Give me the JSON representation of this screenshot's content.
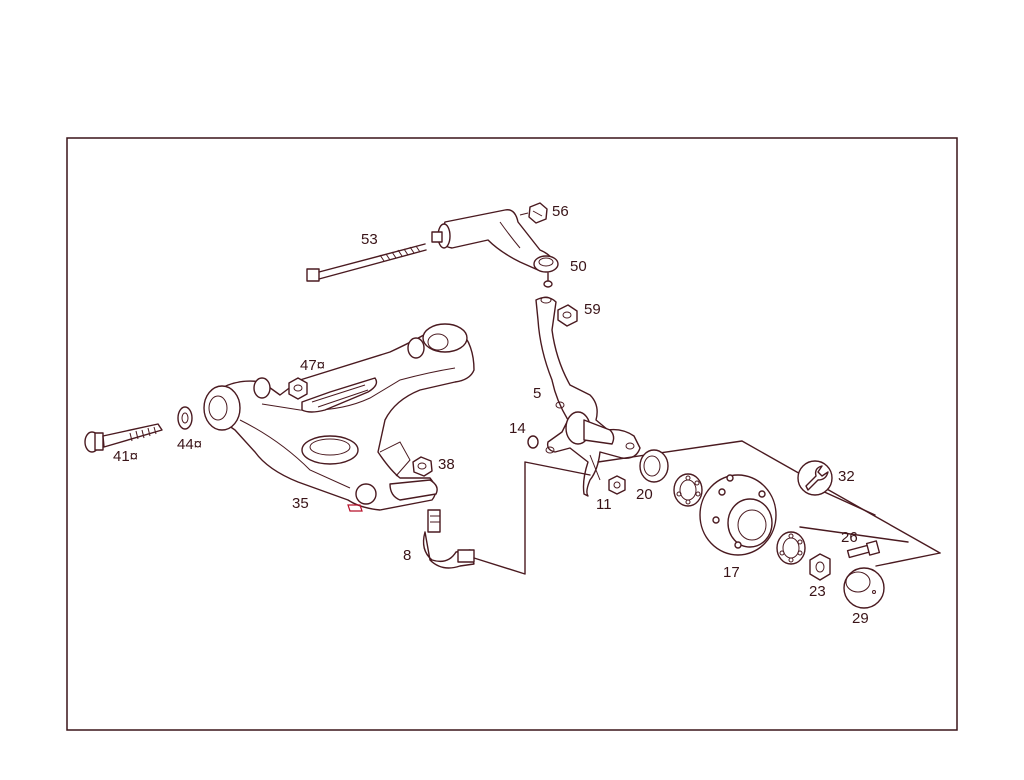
{
  "callouts": [
    {
      "id": "c53",
      "text": "53"
    },
    {
      "id": "c56",
      "text": "56"
    },
    {
      "id": "c50",
      "text": "50"
    },
    {
      "id": "c59",
      "text": "59"
    },
    {
      "id": "c47",
      "text": "47¤"
    },
    {
      "id": "c5",
      "text": "5"
    },
    {
      "id": "c14",
      "text": "14"
    },
    {
      "id": "c41",
      "text": "41¤"
    },
    {
      "id": "c44",
      "text": "44¤"
    },
    {
      "id": "c38",
      "text": "38"
    },
    {
      "id": "c35",
      "text": "35"
    },
    {
      "id": "c11",
      "text": "11"
    },
    {
      "id": "c20",
      "text": "20"
    },
    {
      "id": "c32",
      "text": "32"
    },
    {
      "id": "c26",
      "text": "26"
    },
    {
      "id": "c17",
      "text": "17"
    },
    {
      "id": "c23",
      "text": "23"
    },
    {
      "id": "c29",
      "text": "29"
    },
    {
      "id": "c8",
      "text": "8"
    }
  ]
}
